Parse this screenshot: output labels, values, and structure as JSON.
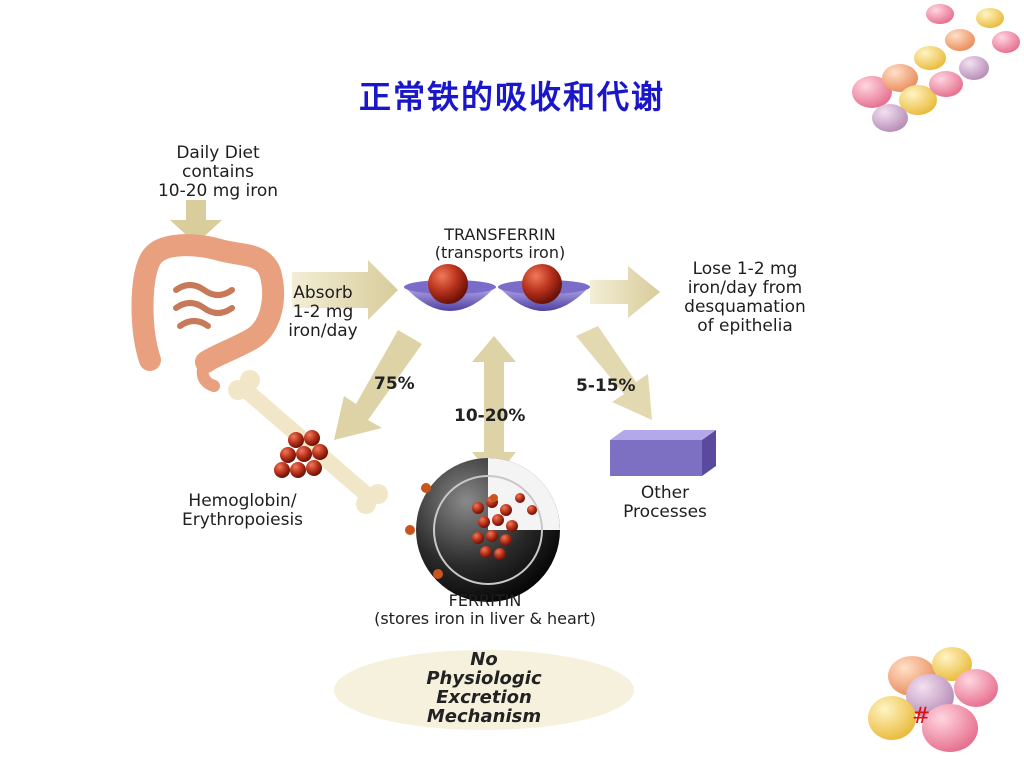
{
  "title": "正常铁的吸收和代谢",
  "diagram": {
    "diet": [
      "Daily Diet",
      "contains",
      "10-20 mg iron"
    ],
    "absorb": [
      "Absorb",
      "1-2 mg",
      "iron/day"
    ],
    "transferrin": [
      "TRANSFERRIN",
      "(transports iron)"
    ],
    "lose": [
      "Lose 1-2 mg",
      "iron/day from",
      "desquamation",
      "of epithelia"
    ],
    "pct_hemoglobin": "75%",
    "pct_ferritin": "10-20%",
    "pct_other": "5-15%",
    "hemoglobin": [
      "Hemoglobin/",
      "Erythropoiesis"
    ],
    "other": [
      "Other",
      "Processes"
    ],
    "ferritin": [
      "FERRITIN",
      "(stores iron in liver & heart)"
    ],
    "no_excretion": [
      "No",
      "Physiologic",
      "Excretion",
      "Mechanism"
    ]
  },
  "page_number": "#",
  "colors": {
    "title": "#1a16c9",
    "arrow": "#ddd4a8",
    "iron_ball": "#b8321c",
    "bowl": "#6e5fc0",
    "box": "#7d6fc2",
    "intestine": "#e8a07e",
    "page_number": "#e01010"
  }
}
